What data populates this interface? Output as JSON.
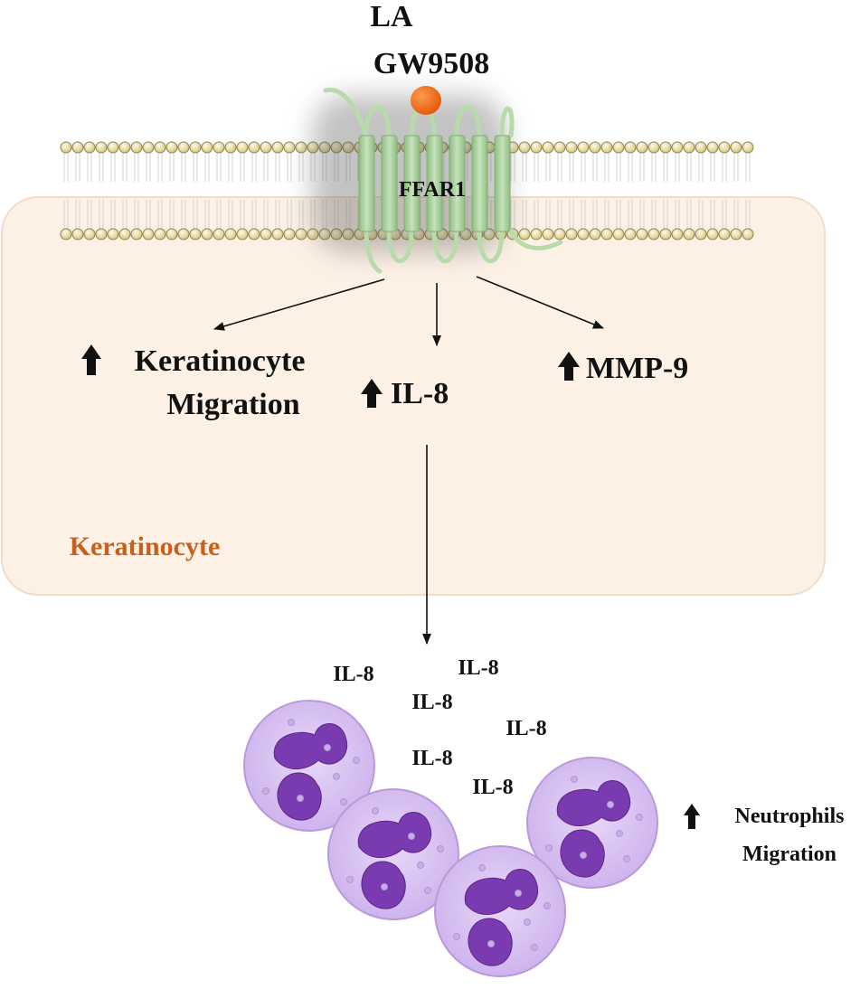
{
  "ligand": {
    "line1": "LA",
    "line2": "GW9508"
  },
  "receptor": {
    "label": "FFAR1"
  },
  "effects": {
    "keratinocyte_migration": {
      "line1": "Keratinocyte",
      "line2": "Migration"
    },
    "il8": "IL-8",
    "mmp9": "MMP-9"
  },
  "cell": {
    "label": "Keratinocyte"
  },
  "secreted_il8_labels": [
    "IL-8",
    "IL-8",
    "IL-8",
    "IL-8",
    "IL-8",
    "IL-8"
  ],
  "neutrophils": {
    "line1": "Neutrophils",
    "line2": "Migration"
  },
  "colors": {
    "cell_fill": "#fdf1e6",
    "cell_label": "#c8601c",
    "receptor_green": "#a9cf9c",
    "ligand_orange": "#ee6a12",
    "lipid_head": "#e4d9a2",
    "neutrophil_fill": "#dcc6f2",
    "nucleus": "#7a3ab0"
  }
}
